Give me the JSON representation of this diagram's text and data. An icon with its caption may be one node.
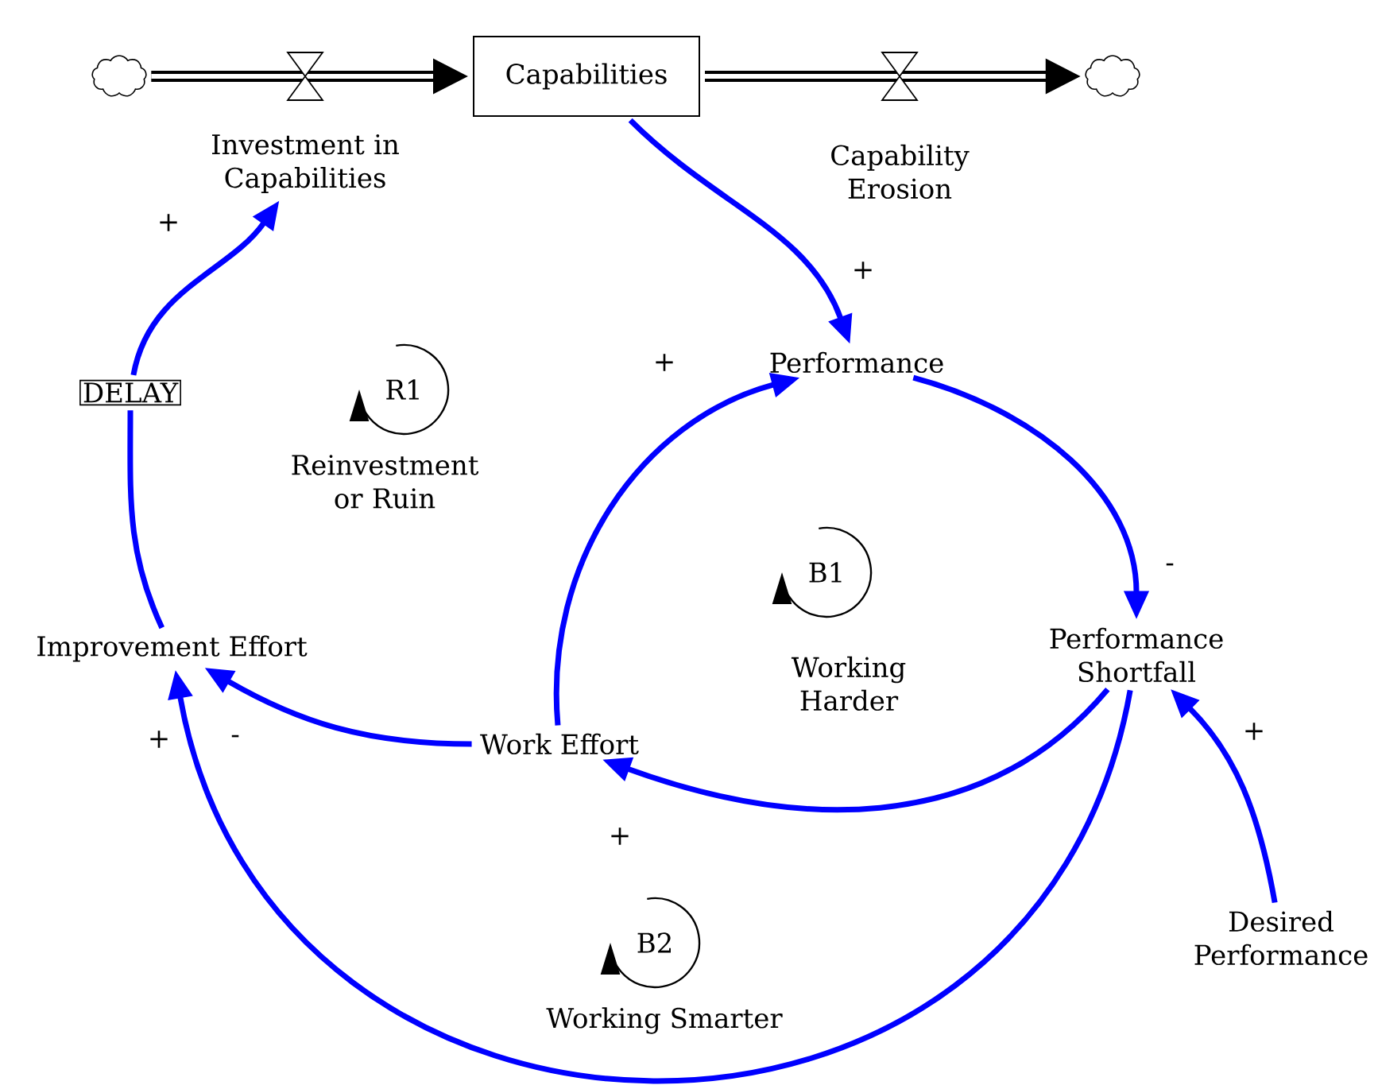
{
  "diagram": {
    "nodes": [
      {
        "text": [],
        "shape": "cloud"
      },
      {
        "text": [
          "Capabilities"
        ]
      },
      {
        "text": [],
        "shape": "cloud"
      },
      {
        "text": [
          "Investment in Capabilities"
        ]
      },
      {
        "text": [
          "Capability Erosion"
        ]
      },
      {
        "text": [
          "Performance"
        ]
      },
      {
        "text": [
          "Performance Shortfall"
        ]
      },
      {
        "text": [
          "Work Effort"
        ]
      },
      {
        "text": [
          "Improvement Effort"
        ]
      },
      {
        "text": [
          "Desired Performance"
        ]
      },
      {
        "text": [
          "DELAY"
        ]
      }
    ],
    "edges": [
      {
        "from": 0,
        "to": 1,
        "arrow": "to",
        "style": "thick",
        "color": "#000000"
      },
      {
        "from": 1,
        "to": 2,
        "arrow": "to",
        "style": "thick",
        "color": "#000000"
      },
      {
        "from": 1,
        "to": 5,
        "arrow": "to",
        "label": "+"
      },
      {
        "from": 7,
        "to": 5,
        "arrow": "to",
        "label": "+"
      },
      {
        "from": 5,
        "to": 6,
        "arrow": "to",
        "label": "-"
      },
      {
        "from": 6,
        "to": 7,
        "arrow": "to",
        "label": "+"
      },
      {
        "from": 7,
        "to": 8,
        "arrow": "to",
        "label": "-"
      },
      {
        "from": 6,
        "to": 8,
        "arrow": "to",
        "label": "+"
      },
      {
        "from": 9,
        "to": 6,
        "arrow": "to",
        "label": "+"
      },
      {
        "from": 8,
        "to": 10,
        "arrow": "none"
      },
      {
        "from": 10,
        "to": 3,
        "arrow": "to",
        "label": "+"
      }
    ],
    "labels": [
      "R1",
      "Reinvestment or Ruin",
      "B1",
      "Working Harder",
      "B2",
      "Working Smarter"
    ]
  }
}
